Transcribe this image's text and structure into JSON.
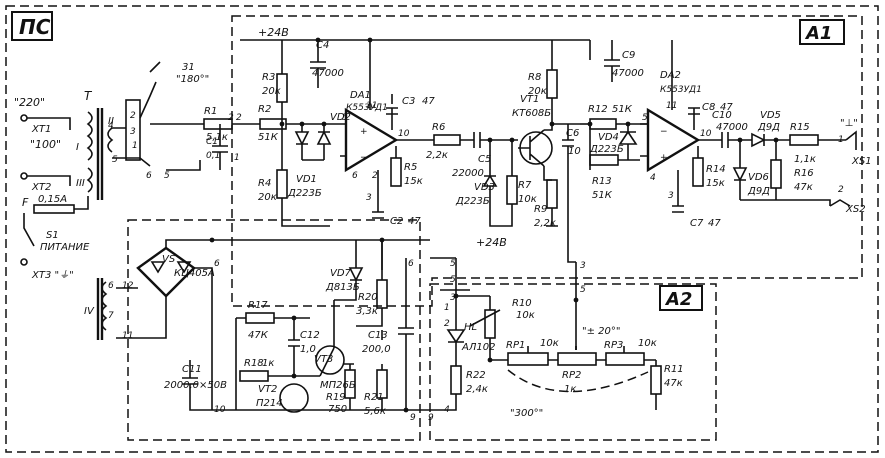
{
  "diagram": {
    "block_labels": {
      "ps": "ПС",
      "a1": "А1",
      "a2": "А2"
    },
    "supply_labels": {
      "top": "+24В",
      "mid": "+24В"
    },
    "voltages": {
      "v220": "\"220\"",
      "v100": "\"100\""
    },
    "connectors": {
      "xt1": "ХТ1",
      "xt2": "ХТ2",
      "xt3": "ХТ3 \"⏚\"",
      "xs1": "ХS1",
      "xs2": "ХS2",
      "out_mark": "\"⊥\"",
      "out_pins": "1",
      "out_pins2": "2"
    },
    "fuse": {
      "ref": "F",
      "value": "0,15А"
    },
    "switch": {
      "ref": "S1",
      "label": "ПИТАНИЕ"
    },
    "transformer": {
      "ref": "Т",
      "w1": "I",
      "w2": "II",
      "w3": "III",
      "w4": "IV"
    },
    "selector": {
      "ref": "31",
      "label": "\"180°\""
    },
    "components": {
      "r1": "R1",
      "r1v": "5,1к",
      "r2": "R2",
      "r2v": "51К",
      "r3": "R3",
      "r3v": "20к",
      "r4": "R4",
      "r4v": "20к",
      "r5": "R5",
      "r5v": "15к",
      "r6": "R6",
      "r6v": "2,2к",
      "r7": "R7",
      "r7v": "10к",
      "r8": "R8",
      "r8v": "20к",
      "r9": "R9",
      "r9v": "2,2к",
      "r12": "R12",
      "r12v": "51К",
      "r13": "R13",
      "r13v": "51К",
      "r14": "R14",
      "r14v": "15к",
      "r15": "R15",
      "r15v": "1,1к",
      "r16": "R16",
      "r16v": "47к",
      "r17": "R17",
      "r17v": "47К",
      "r18": "R18",
      "r18v": "1к",
      "r19": "R19",
      "r19v": "750",
      "r20": "R20",
      "r20v": "3,3к",
      "r21": "R21",
      "r21v": "5,6к",
      "r22": "R22",
      "r22v": "2,4к",
      "r10": "R10",
      "r10v": "10к",
      "r11": "R11",
      "r11v": "47к",
      "rp1": "RP1",
      "rp1v": "10к",
      "rp2": "RP2",
      "rp2v": "1к",
      "rp3": "RP3",
      "rp3v": "10к",
      "c1": "С1",
      "c1v": "0,1",
      "c2": "С2",
      "c2v": "47",
      "c3": "С3",
      "c3v": "47",
      "c4": "С4",
      "c4v": "47000",
      "c5": "С5",
      "c5v": "22000",
      "c6": "С6",
      "c6v": "10",
      "c7": "С7",
      "c7v": "47",
      "c8": "С8",
      "c8v": "47",
      "c9": "С9",
      "c9v": "47000",
      "c10": "С10",
      "c10v": "47000",
      "c11": "С11",
      "c11v": "2000,0×50В",
      "c12": "С12",
      "c12v": "1,0",
      "c13": "С13",
      "c13v": "200,0",
      "da1": "DA1",
      "da1v": "К553УД1",
      "da2": "DA2",
      "da2v": "К553УД1",
      "vd1": "VD1",
      "vd1v": "Д223Б",
      "vd2": "VD2",
      "vd3": "VD3",
      "vd3v": "Д223Б",
      "vd4": "VD4",
      "vd4v": "Д223Б",
      "vd5": "VD5",
      "vd5v": "Д9Д",
      "vd6": "VD6",
      "vd6v": "Д9Д",
      "vd7": "VD7",
      "vd7v": "Д813Б",
      "vs": "VS",
      "vsv": "КЦ405А",
      "vt1": "VT1",
      "vt1v": "КТ608Б",
      "vt2": "VT2",
      "vt2v": "П214",
      "vt3": "VT3",
      "vt3v": "МП26Б",
      "hl": "НL",
      "hlv": "АЛ102"
    },
    "angles": {
      "a20": "\"± 20°\"",
      "a300": "\"300°\""
    }
  }
}
